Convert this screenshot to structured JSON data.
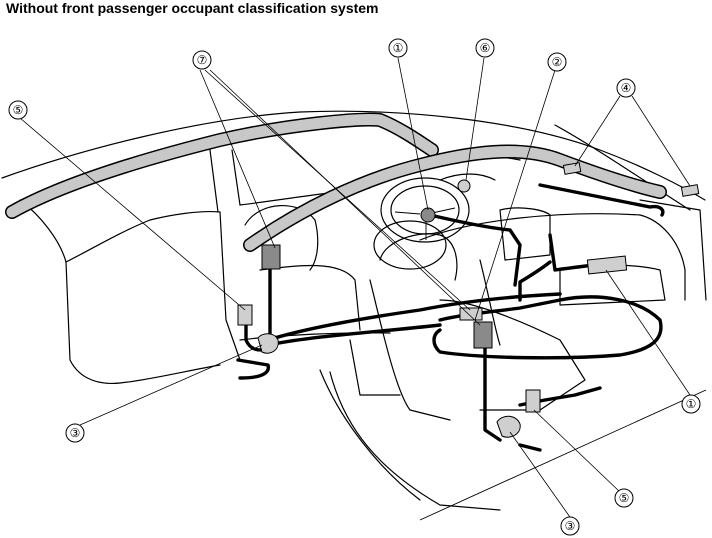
{
  "title": "Without front passenger occupant classification system",
  "callouts": {
    "c1_top": "①",
    "c1_bottom": "①",
    "c2": "②",
    "c3_left": "③",
    "c3_bottom": "③",
    "c4": "④",
    "c5_left": "⑤",
    "c5_bottom": "⑤",
    "c6": "⑥",
    "c7": "⑦"
  }
}
